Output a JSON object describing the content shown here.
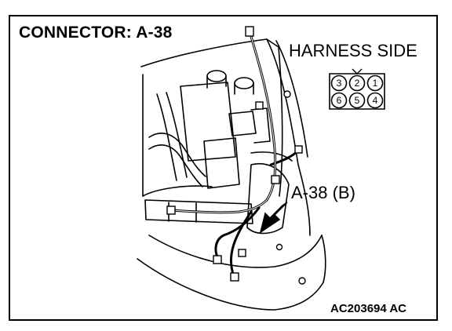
{
  "title": "CONNECTOR: A-38",
  "harness_label": "HARNESS SIDE",
  "callout_label": "A-38 (B)",
  "figure_code": "AC203694 AC",
  "connector_pins": {
    "top": [
      "3",
      "2",
      "1"
    ],
    "bottom": [
      "6",
      "5",
      "4"
    ]
  }
}
